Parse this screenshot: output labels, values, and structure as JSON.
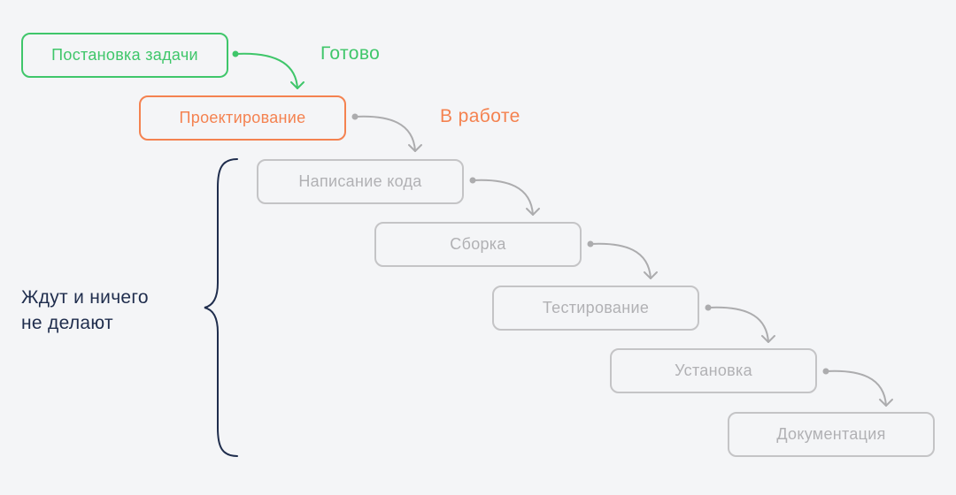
{
  "diagram": {
    "type": "waterfall-process",
    "colors": {
      "background": "#f4f5f7",
      "done": "#3fc66a",
      "in_progress": "#f48250",
      "pending": "#b1b1b4",
      "pending_border": "#c4c4c6",
      "brace": "#1f2d4d"
    },
    "stages": [
      {
        "label": "Постановка задачи",
        "state": "done"
      },
      {
        "label": "Проектирование",
        "state": "in_progress"
      },
      {
        "label": "Написание кода",
        "state": "pending"
      },
      {
        "label": "Сборка",
        "state": "pending"
      },
      {
        "label": "Тестирование",
        "state": "pending"
      },
      {
        "label": "Установка",
        "state": "pending"
      },
      {
        "label": "Документация",
        "state": "pending"
      }
    ],
    "status_labels": {
      "done": "Готово",
      "in_progress": "В работе"
    },
    "waiting_note": {
      "line1": "Ждут и ничего",
      "line2": "не делают"
    }
  }
}
